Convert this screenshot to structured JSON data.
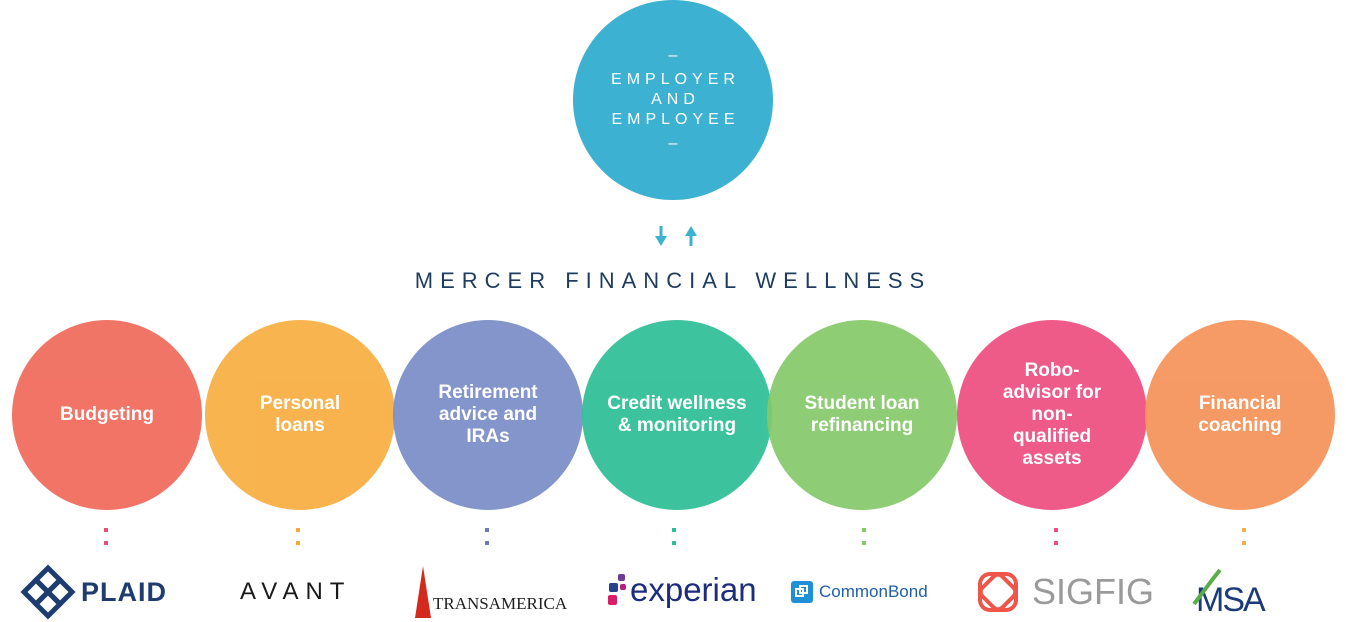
{
  "top": {
    "dash_top": "–",
    "lines": [
      "EMPLOYER",
      "AND",
      "EMPLOYEE"
    ],
    "dash_bottom": "–",
    "color": "#3db1d1"
  },
  "title": "MERCER FINANCIAL WELLNESS",
  "services": [
    {
      "label": "Budgeting",
      "color": "#f06a5b",
      "dot": "#e94e77"
    },
    {
      "label": "Personal loans",
      "color": "#f8ae42",
      "dot": "#f8a83a"
    },
    {
      "label": "Retirement advice and IRAs",
      "color": "#7b8ec8",
      "dot": "#6b7ab8"
    },
    {
      "label": "Credit wellness & monitoring",
      "color": "#2ebf97",
      "dot": "#2ebf97"
    },
    {
      "label": "Student loan refinancing",
      "color": "#86c96b",
      "dot": "#86c96b"
    },
    {
      "label": "Robo-advisor for non-qualified assets",
      "color": "#ee4f80",
      "dot": "#ee4f80"
    },
    {
      "label": "Financial coaching",
      "color": "#f5935a",
      "dot": "#f3b04a"
    }
  ],
  "logos": {
    "plaid": "PLAID",
    "avant": "AVANT",
    "transamerica": "TRANSAMERICA",
    "experian": "experian",
    "commonbond": "CommonBond",
    "sigfig": "SIGFIG",
    "msa": "MSA"
  }
}
